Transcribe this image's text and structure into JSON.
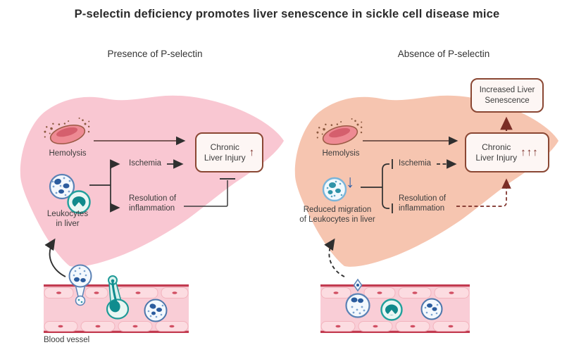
{
  "title": "P-selectin deficiency promotes liver senescence in sickle cell disease mice",
  "left": {
    "subtitle": "Presence of P-selectin",
    "hemolysis_label": "Hemolysis",
    "leukocytes_label": "Leukocytes\nin liver",
    "ischemia_label": "Ischemia",
    "resolution_label": "Resolution of\ninflammation",
    "injury_box_text": "Chronic\nLiver Injury",
    "injury_box_arrows": "↑",
    "vessel_label": "Blood vessel"
  },
  "right": {
    "subtitle": "Absence of P-selectin",
    "hemolysis_label": "Hemolysis",
    "reduced_migration_label": "Reduced migration\nof Leukocytes in liver",
    "ischemia_label": "Ischemia",
    "resolution_label": "Resolution of\ninflammation",
    "injury_box_text": "Chronic\nLiver Injury",
    "injury_box_arrows": "↑↑↑",
    "senescence_box_text": "Increased Liver\nSenescence",
    "migration_decrease_arrow": "↓"
  },
  "colors": {
    "liver_left": "#f9c7d2",
    "liver_right": "#f6c5b0",
    "box_border": "#8a4733",
    "box_fill": "#fdf6f4",
    "accent_dark_red": "#7b2d26",
    "arrow_black": "#2f2f2f",
    "arrow_blue": "#2e5fa8",
    "vessel_wall": "#c23b50",
    "vessel_lumen": "#f9cdd6",
    "endothelial_fill": "#fcdce1",
    "leukocyte_blue": "#5b82b5",
    "monocyte_teal": "#21a09c",
    "rbc_red": "#ee8a93"
  }
}
